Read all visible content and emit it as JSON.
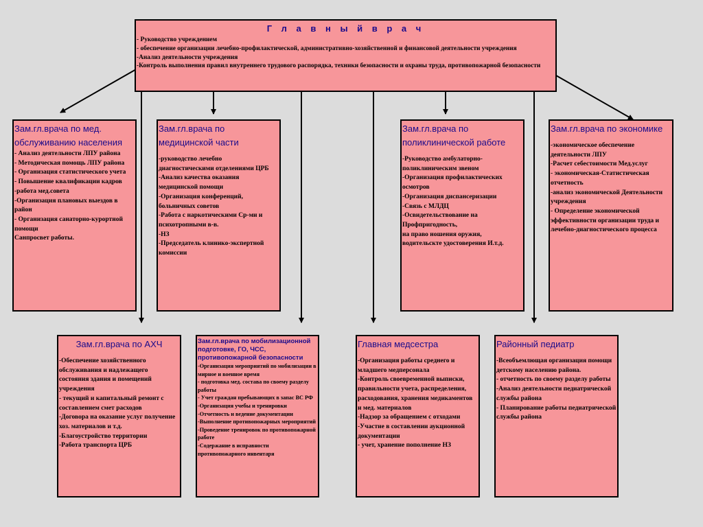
{
  "main": {
    "title": "Г л а в н ы й   в р а ч",
    "lines": [
      "- Руководство учреждением",
      "- обеспечение  организации лечебно-профилактической, административно-хозяйственной и финансовой деятельности учреждения",
      "-Анализ деятельности учреждения",
      "-Контроль выполнения правил внутреннего трудового распорядка, техники безопасности и охраны труда, противопожарной безопасности"
    ]
  },
  "boxes": [
    {
      "title": "Зам.гл.врача по мед. обслуживанию населения",
      "lines": [
        "- Анализ деятельности ЛПУ района",
        "- Методическая помощь ЛПУ района",
        "- Организация статистического учета",
        "- Повышение квалификации кадров",
        "-работа мед.совета",
        "-Организация плановых выездов в район",
        "- Организация санаторно-курортной помощи",
        "Санпросвет работы."
      ]
    },
    {
      "title": "Зам.гл.врача по медицинской части",
      "lines": [
        "-руководство лечебно диагностическими отделениями  ЦРБ",
        "-Анализ качества оказания медицинской помощи",
        "-Организация конференций, больничных советов",
        "-Работа с наркотическими Ср-ми и психотропными в-в.",
        "-НЗ",
        "-Председатель клинико-экспертной комиссии"
      ]
    },
    {
      "title": "Зам.гл.врача по поликлинической работе",
      "lines": [
        "-Руководство амбулаторно-поликлиническим звеном",
        "-Организация профилактических осмотров",
        "-Организация диспансеризации",
        "-Связь с МЛДЦ",
        "-Освидетельствование на Профпригодность,",
        "на право ношения оружия, водительскте удостоверения И.т.д."
      ]
    },
    {
      "title": "Зам.гл.врача по экономике",
      "lines": [
        "-экономическое обеспечение деятельности ЛПУ",
        "-Расчет себестоимости Мед.услуг",
        "- экономическая-Статистическая отчетность",
        "-анализ экономической Деятельности учреждения",
        "- Определение экономической эффективности организации труда и лечебно-диагностического процесса"
      ]
    },
    {
      "title": "Зам.гл.врача по АХЧ",
      "lines": [
        "-Обеспечение хозяйственного обслуживания и надлежащего состояния здания и помещений учреждения",
        "- текущий и капитальный ремонт с составлением смет расходов",
        "-Договора на оказание услуг получение хоз. материалов и т.д.",
        "-Благоустройство территории",
        "-Работа транспорта ЦРБ"
      ]
    },
    {
      "title": "Зам.гл.врача по мобилизационной подготовке, ГО, ЧСС, противопожарной безопасности",
      "lines": [
        "-Организация мероприятий  по мобилизации в мирное и военное время",
        "- подготовка мед. состава по своему разделу работы",
        "- Учет граждан пребывающих в запас ВС РФ",
        "-Организация учебы и тренировки",
        "-Отчетность и ведение документации",
        "-Выполнение противопожарных мероприятий",
        "-Проведение тренировок по противопожарной работе",
        "-Содержание в исправности противопожарного инвентаря"
      ]
    },
    {
      "title": "Главная медсестра",
      "lines": [
        "-Организация работы среднего и младшего медперсонала",
        "-Контроль  своевременной выписки, правильности учета, распределения, расходования, хранения медикаментов и мед. материалов",
        "-Надзор за обращением с отходами",
        "-Участие в составлении аукционной документации",
        "- учет, хранение пополнение НЗ"
      ]
    },
    {
      "title": "Районный педиатр",
      "lines": [
        "-Всеобъемлющая  организация помощи детскому населению района.",
        "- отчетность по своему разделу работы",
        "-Анализ деятельности педиатрической службы района",
        "- Планирование работы педиатрической службы района"
      ]
    }
  ],
  "colors": {
    "box_fill": "#f7969a",
    "title_text": "#1a0a8a",
    "background": "#dcdcdc"
  }
}
